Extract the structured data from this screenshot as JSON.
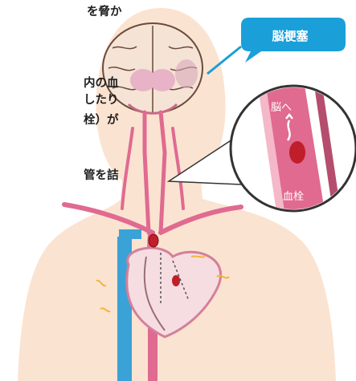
{
  "side_text": {
    "line1": "を脅か",
    "line2": "内の血",
    "line3": "したり",
    "line4": "栓）が",
    "line5": "管を詰"
  },
  "callout": {
    "label": "脳梗塞",
    "color": "#1a9fd9"
  },
  "zoom": {
    "to_brain_label": "脳へ",
    "clot_label": "血栓"
  },
  "colors": {
    "skin": "#fbe3d1",
    "artery": "#e06a90",
    "vein": "#3aa2d6",
    "clot": "#c01e2a",
    "heart": "#f6dde1"
  }
}
